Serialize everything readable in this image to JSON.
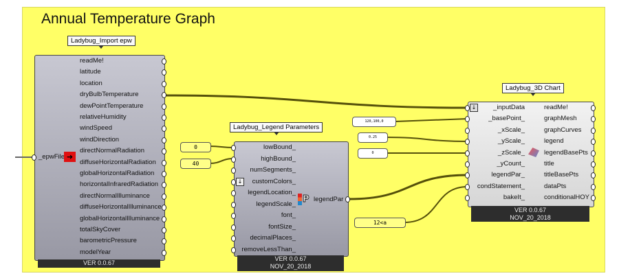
{
  "title": "Annual Temperature Graph",
  "import_epw": {
    "label": "Ladybug_Import epw",
    "input": "_epwFile",
    "outputs": [
      "readMe!",
      "latitude",
      "location",
      "dryBulbTemperature",
      "dewPointTemperature",
      "relativeHumidity",
      "windSpeed",
      "windDirection",
      "directNormalRadiation",
      "diffuseHorizontalRadiation",
      "globalHorizontalRadiation",
      "horizontalInfraredRadiation",
      "directNormalIlluminance",
      "diffuseHorizontalIlluminance",
      "globalHorizontalIlluminance",
      "totalSkyCover",
      "barometricPressure",
      "modelYear"
    ],
    "version": "VER 0.0.67"
  },
  "legend_params": {
    "label": "Ladybug_Legend Parameters",
    "inputs": [
      "lowBound_",
      "highBound_",
      "numSegments_",
      "customColors_",
      "legendLocation_",
      "legendScale_",
      "font_",
      "fontSize_",
      "decimalPlaces_",
      "removeLessThan_"
    ],
    "output": "legendPar",
    "version": "VER 0.0.67",
    "date": "NOV_20_2018"
  },
  "chart3d": {
    "label": "Ladybug_3D Chart",
    "inputs": [
      "_inputData",
      "_basePoint_",
      "_xScale_",
      "_yScale_",
      "_zScale_",
      "_yCount_",
      "legendPar_",
      "condStatement_",
      "bakeIt_"
    ],
    "outputs": [
      "readMe!",
      "graphMesh",
      "graphCurves",
      "legend",
      "legendBasePts",
      "title",
      "titleBasePts",
      "dataPts",
      "conditionalHOY"
    ],
    "version": "VER 0.0.67",
    "date": "NOV_20_2018"
  },
  "panels": {
    "low": "0",
    "high": "40",
    "basePoint": "120,100,0",
    "yScale": "0.25",
    "zScale": "0",
    "condition": "12<a"
  }
}
